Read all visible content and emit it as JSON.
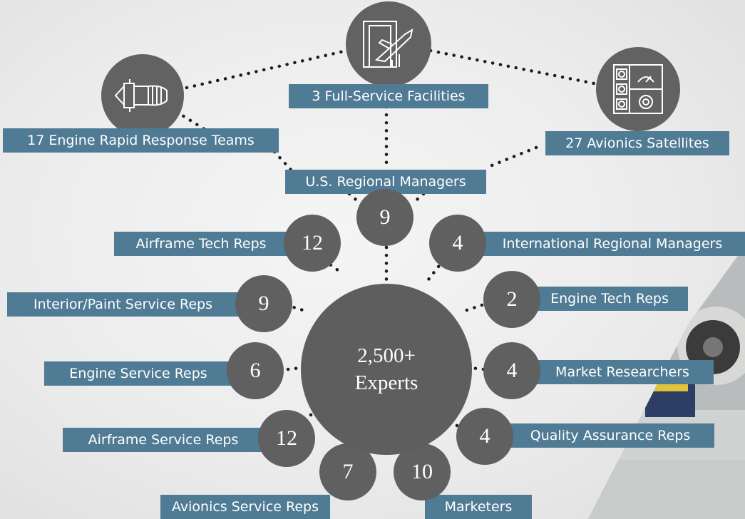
{
  "hub": {
    "line1": "2,500+",
    "line2": "Experts"
  },
  "top_nodes": [
    {
      "label": "17 Engine Rapid Response Teams",
      "icon": "jet-engine-icon"
    },
    {
      "label": "3 Full-Service Facilities",
      "icon": "hangar-aircraft-icon"
    },
    {
      "label": "27 Avionics Satellites",
      "icon": "avionics-panel-icon"
    }
  ],
  "regional": {
    "label": "U.S. Regional Managers",
    "value": "9"
  },
  "spokes": [
    {
      "value": "12",
      "label": "Airframe Tech Reps"
    },
    {
      "value": "4",
      "label": "International Regional Managers"
    },
    {
      "value": "9",
      "label": "Interior/Paint Service Reps"
    },
    {
      "value": "2",
      "label": "Engine Tech Reps"
    },
    {
      "value": "6",
      "label": "Engine Service Reps"
    },
    {
      "value": "4",
      "label": "Market Researchers"
    },
    {
      "value": "12",
      "label": "Airframe Service Reps"
    },
    {
      "value": "4",
      "label": "Quality Assurance Reps"
    },
    {
      "value": "7",
      "label": "Avionics Service Reps"
    },
    {
      "value": "10",
      "label": "Marketers"
    }
  ],
  "colors": {
    "label_bg": "#4f7b94",
    "circle": "#606060",
    "hub": "#5e5e5e",
    "background": "#ececec"
  }
}
